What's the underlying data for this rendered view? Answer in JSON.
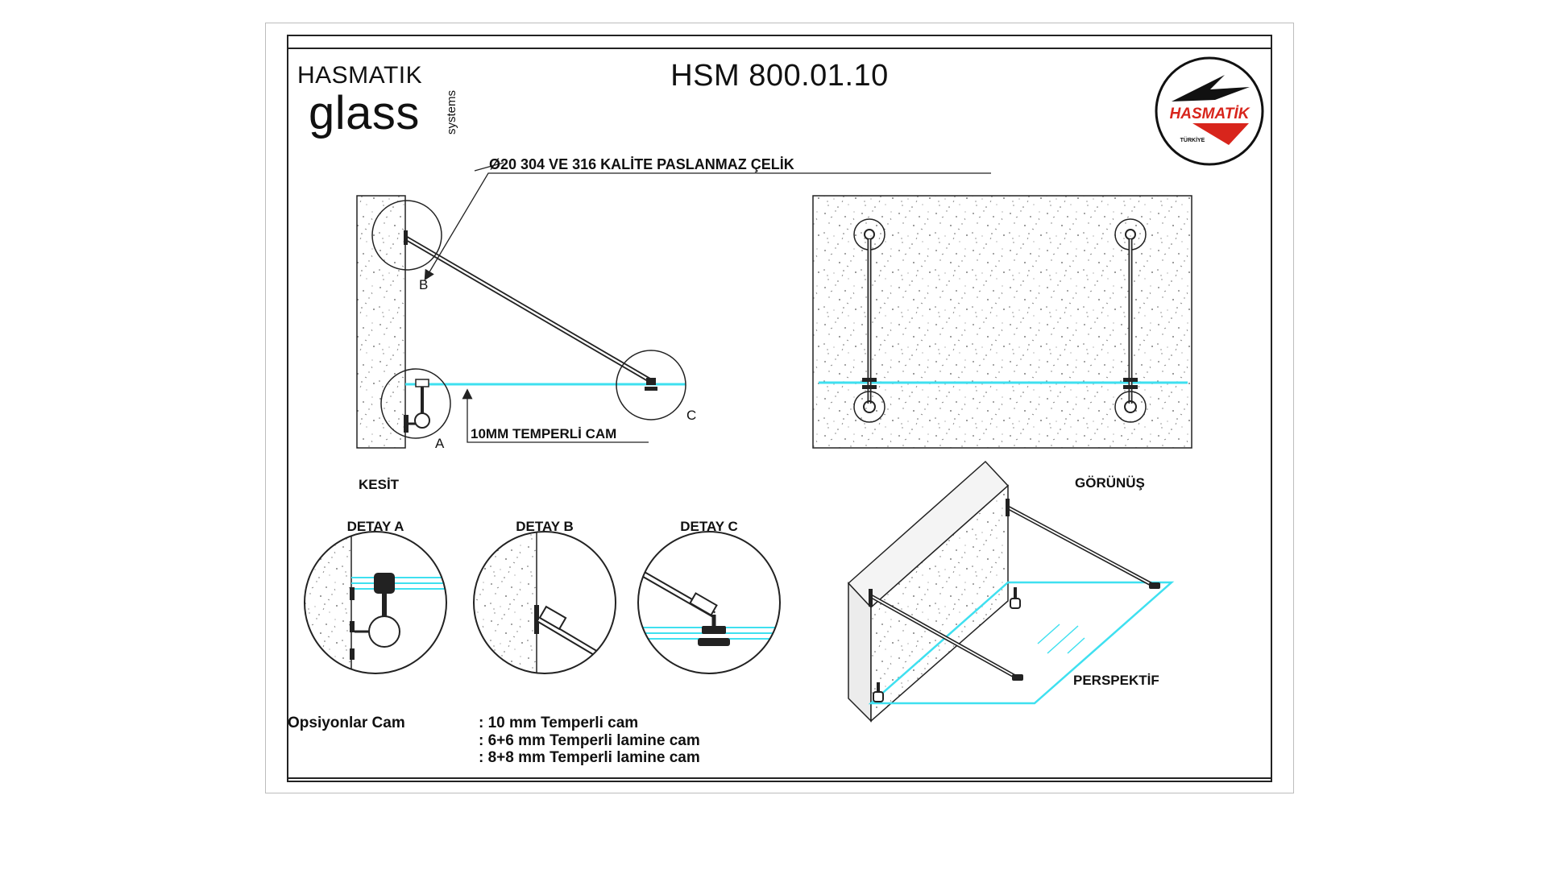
{
  "header": {
    "brand_top": "HASMATIK",
    "brand_main": "glass",
    "brand_side": "systems",
    "product_code": "HSM 800.01.10",
    "logo_text": "HASMATİK",
    "logo_subtext": "TÜRKİYE"
  },
  "section_view": {
    "steel_label": "Ø20 304 VE 316 KALİTE PASLANMAZ ÇELİK",
    "glass_label": "10MM TEMPERLİ CAM",
    "marker_a": "A",
    "marker_b": "B",
    "marker_c": "C",
    "caption": "KESİT"
  },
  "front_view": {
    "caption": "GÖRÜNÜŞ"
  },
  "details": {
    "a": "DETAY A",
    "b": "DETAY B",
    "c": "DETAY C"
  },
  "perspective": {
    "caption": "PERSPEKTİF"
  },
  "options": {
    "title": "Opsiyonlar Cam",
    "items": [
      ": 10 mm  Temperli cam",
      ": 6+6 mm Temperli lamine cam",
      ": 8+8 mm Temperli lamine cam"
    ]
  },
  "colors": {
    "glass": "#3fe0f0",
    "line": "#222222",
    "logo_red": "#d8251c"
  }
}
